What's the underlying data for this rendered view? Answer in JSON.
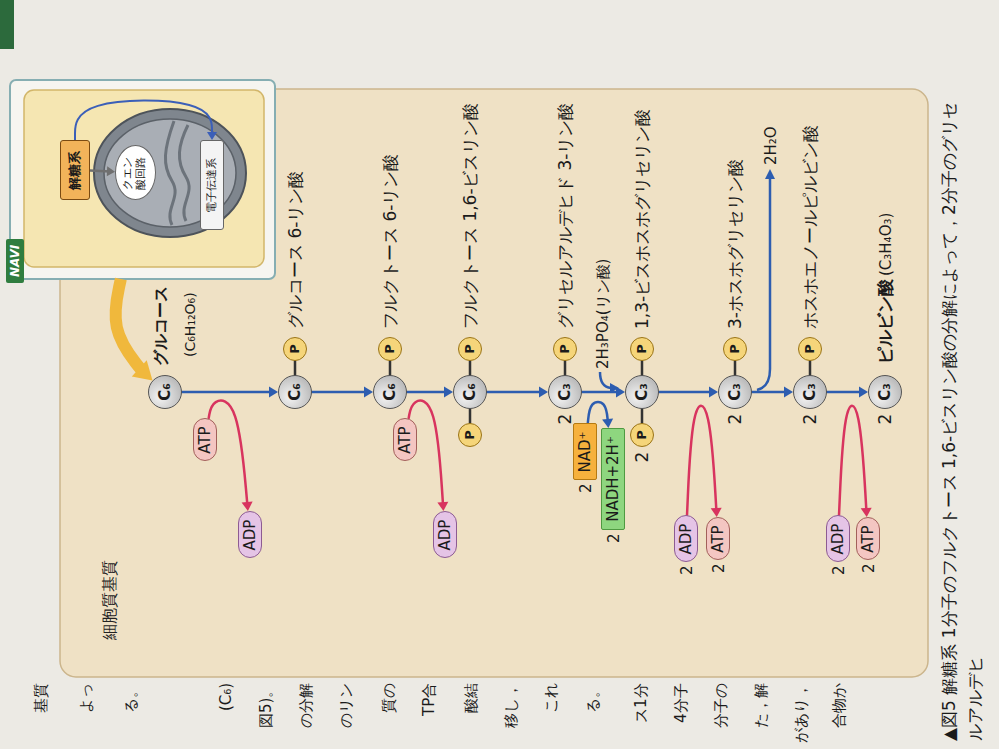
{
  "diagram": {
    "caption": "▲図5 解糖系 1分子のフルクトース 1,6-ビスリン酸の分解によって，2分子のグリセルアルデヒ",
    "nodes": [
      {
        "text": [
          "NAVI"
        ]
      },
      {
        "text": [
          "解糖系"
        ],
        "in": 0
      },
      {
        "text": [
          "クエン酸回路"
        ],
        "in": 0
      },
      {
        "text": [
          "電子伝達系"
        ],
        "in": 0
      },
      {
        "text": [
          "細胞質基質"
        ]
      },
      {
        "text": [
          "C₆"
        ],
        "in": 4
      },
      {
        "text": [
          "C₆"
        ],
        "in": 4
      },
      {
        "text": [
          "P"
        ],
        "in": 4
      },
      {
        "text": [
          "C₆"
        ],
        "in": 4
      },
      {
        "text": [
          "P"
        ],
        "in": 4
      },
      {
        "text": [
          "P"
        ],
        "in": 4
      },
      {
        "text": [
          "C₆"
        ],
        "in": 4
      },
      {
        "text": [
          "P"
        ],
        "in": 4
      },
      {
        "text": [
          "C₃"
        ],
        "in": 4
      },
      {
        "text": [
          "P"
        ],
        "in": 4
      },
      {
        "text": [
          "P"
        ],
        "in": 4
      },
      {
        "text": [
          "C₃"
        ],
        "in": 4
      },
      {
        "text": [
          "P"
        ],
        "in": 4
      },
      {
        "text": [
          "C₃"
        ],
        "in": 4
      },
      {
        "text": [
          "P"
        ],
        "in": 4
      },
      {
        "text": [
          "C₃"
        ],
        "in": 4
      },
      {
        "text": [
          "P"
        ],
        "in": 4
      },
      {
        "text": [
          "C₃"
        ],
        "in": 4
      },
      {
        "text": [
          "ATP"
        ],
        "in": 4
      },
      {
        "text": [
          "ADP"
        ],
        "in": 4
      },
      {
        "text": [
          "ATP"
        ],
        "in": 4
      },
      {
        "text": [
          "ADP"
        ],
        "in": 4
      },
      {
        "text": [
          "NAD⁺"
        ],
        "in": 4
      },
      {
        "text": [
          "NADH+2H⁺"
        ],
        "in": 4
      },
      {
        "text": [
          "ADP"
        ],
        "in": 4
      },
      {
        "text": [
          "ATP"
        ],
        "in": 4
      },
      {
        "text": [
          "ADP"
        ],
        "in": 4
      },
      {
        "text": [
          "ATP"
        ],
        "in": 4
      }
    ],
    "edges": [
      {
        "from": 1,
        "to": 2,
        "arrow": "to"
      },
      {
        "from": 1,
        "to": 3,
        "arrow": "to"
      },
      {
        "from": 0,
        "to": 5,
        "arrow": "to"
      },
      {
        "from": 5,
        "to": 6,
        "arrow": "to"
      },
      {
        "from": 6,
        "to": 8,
        "arrow": "to"
      },
      {
        "from": 8,
        "to": 11,
        "arrow": "to"
      },
      {
        "from": 11,
        "to": 13,
        "arrow": "to"
      },
      {
        "from": 13,
        "to": 16,
        "arrow": "to"
      },
      {
        "from": 16,
        "to": 18,
        "arrow": "to"
      },
      {
        "from": 18,
        "to": 20,
        "arrow": "to"
      },
      {
        "from": 20,
        "to": 22,
        "arrow": "to"
      },
      {
        "from": 6,
        "to": 7,
        "arrow": "none"
      },
      {
        "from": 8,
        "to": 9,
        "arrow": "none"
      },
      {
        "from": 10,
        "to": 11,
        "arrow": "none"
      },
      {
        "from": 11,
        "to": 12,
        "arrow": "none"
      },
      {
        "from": 13,
        "to": 14,
        "arrow": "none"
      },
      {
        "from": 15,
        "to": 16,
        "arrow": "none"
      },
      {
        "from": 16,
        "to": 17,
        "arrow": "none"
      },
      {
        "from": 18,
        "to": 19,
        "arrow": "none"
      },
      {
        "from": 20,
        "to": 21,
        "arrow": "none"
      },
      {
        "from": 23,
        "to": 24,
        "arrow": "to"
      },
      {
        "from": 25,
        "to": 26,
        "arrow": "to"
      },
      {
        "from": 27,
        "to": 28,
        "arrow": "to"
      },
      {
        "from": 29,
        "to": 30,
        "arrow": "to"
      },
      {
        "from": 31,
        "to": 32,
        "arrow": "to"
      }
    ],
    "labels": [
      "グルコース",
      "(C₆H₁₂O₆)",
      "グルコース 6-リン酸",
      "フルクトース 6-リン酸",
      "フルクトース 1,6-ビスリン酸",
      "グリセルアルデヒド 3-リン酸",
      "2H₃PO₄(リン酸)",
      "1,3-ビスホスホグリセリン酸",
      "3-ホスホグリセリン酸",
      "2H₂O",
      "ホスホエノールピルビン酸",
      "ピルビン酸",
      "(C₃H₄O₃)",
      "2",
      "2",
      "2",
      "2",
      "2",
      "2",
      "2",
      "2",
      "2",
      "2",
      "2",
      "基質",
      "よっ",
      "る。",
      "(C₆)",
      "図5)。",
      "の分解",
      "のリン",
      "質の",
      "TP合",
      "酸結",
      "移し，",
      "これ",
      "る。",
      "ス1分",
      "4分子",
      "分子の",
      "た，解",
      "があり，",
      "合物か"
    ]
  }
}
